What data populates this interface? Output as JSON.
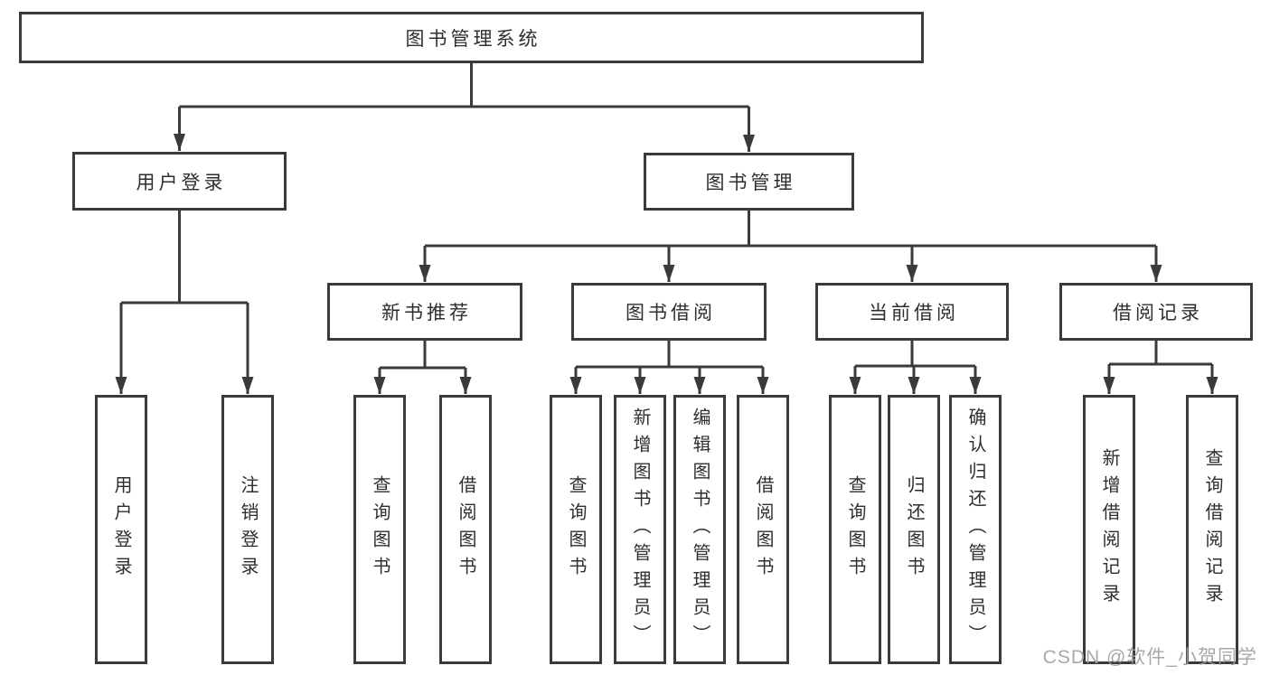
{
  "diagram": {
    "watermark": "CSDN @软件_小贺同学",
    "colors": {
      "line": "#3a3a3a",
      "text": "#2e2e2e",
      "watermark": "#9e9e9e",
      "background": "#ffffff"
    }
  },
  "nodes": {
    "root": {
      "label": "图书管理系统"
    },
    "level2": [
      {
        "label": "用户登录"
      },
      {
        "label": "图书管理"
      }
    ],
    "level3": [
      {
        "label": "新书推荐"
      },
      {
        "label": "图书借阅"
      },
      {
        "label": "当前借阅"
      },
      {
        "label": "借阅记录"
      }
    ],
    "leaves": [
      {
        "label": "用户登录"
      },
      {
        "label": "注销登录"
      },
      {
        "label": "查询图书"
      },
      {
        "label": "借阅图书"
      },
      {
        "label": "查询图书"
      },
      {
        "label": "新增图书（管理员）"
      },
      {
        "label": "编辑图书（管理员）"
      },
      {
        "label": "借阅图书"
      },
      {
        "label": "查询图书"
      },
      {
        "label": "归还图书"
      },
      {
        "label": "确认归还（管理员）"
      },
      {
        "label": "新增借阅记录"
      },
      {
        "label": "查询借阅记录"
      }
    ]
  }
}
